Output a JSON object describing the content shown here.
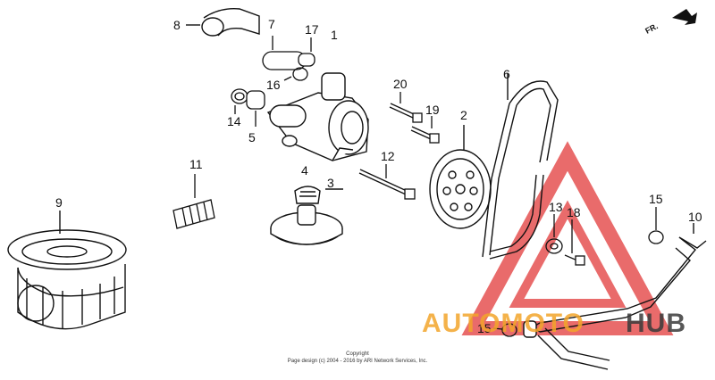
{
  "diagram": {
    "part_labels": {
      "p1": "1",
      "p2": "2",
      "p3": "3",
      "p4": "4",
      "p5": "5",
      "p6": "6",
      "p7": "7",
      "p8": "8",
      "p9": "9",
      "p10": "10",
      "p11": "11",
      "p12": "12",
      "p13": "13",
      "p14": "14",
      "p15a": "15",
      "p15b": "15",
      "p16": "16",
      "p17": "17",
      "p18": "18",
      "p19": "19",
      "p20": "20"
    },
    "direction_label": "FR.",
    "copyright_line1": "Copyright",
    "copyright_line2": "Page design (c) 2004 - 2016 by ARI Network Services, Inc."
  },
  "watermark": {
    "text_red": "AUTOMOTO",
    "text_dark": "HUB",
    "color_red": "#e23a3a",
    "color_orange": "#f3a52b",
    "color_dark": "#3a3a3a"
  }
}
